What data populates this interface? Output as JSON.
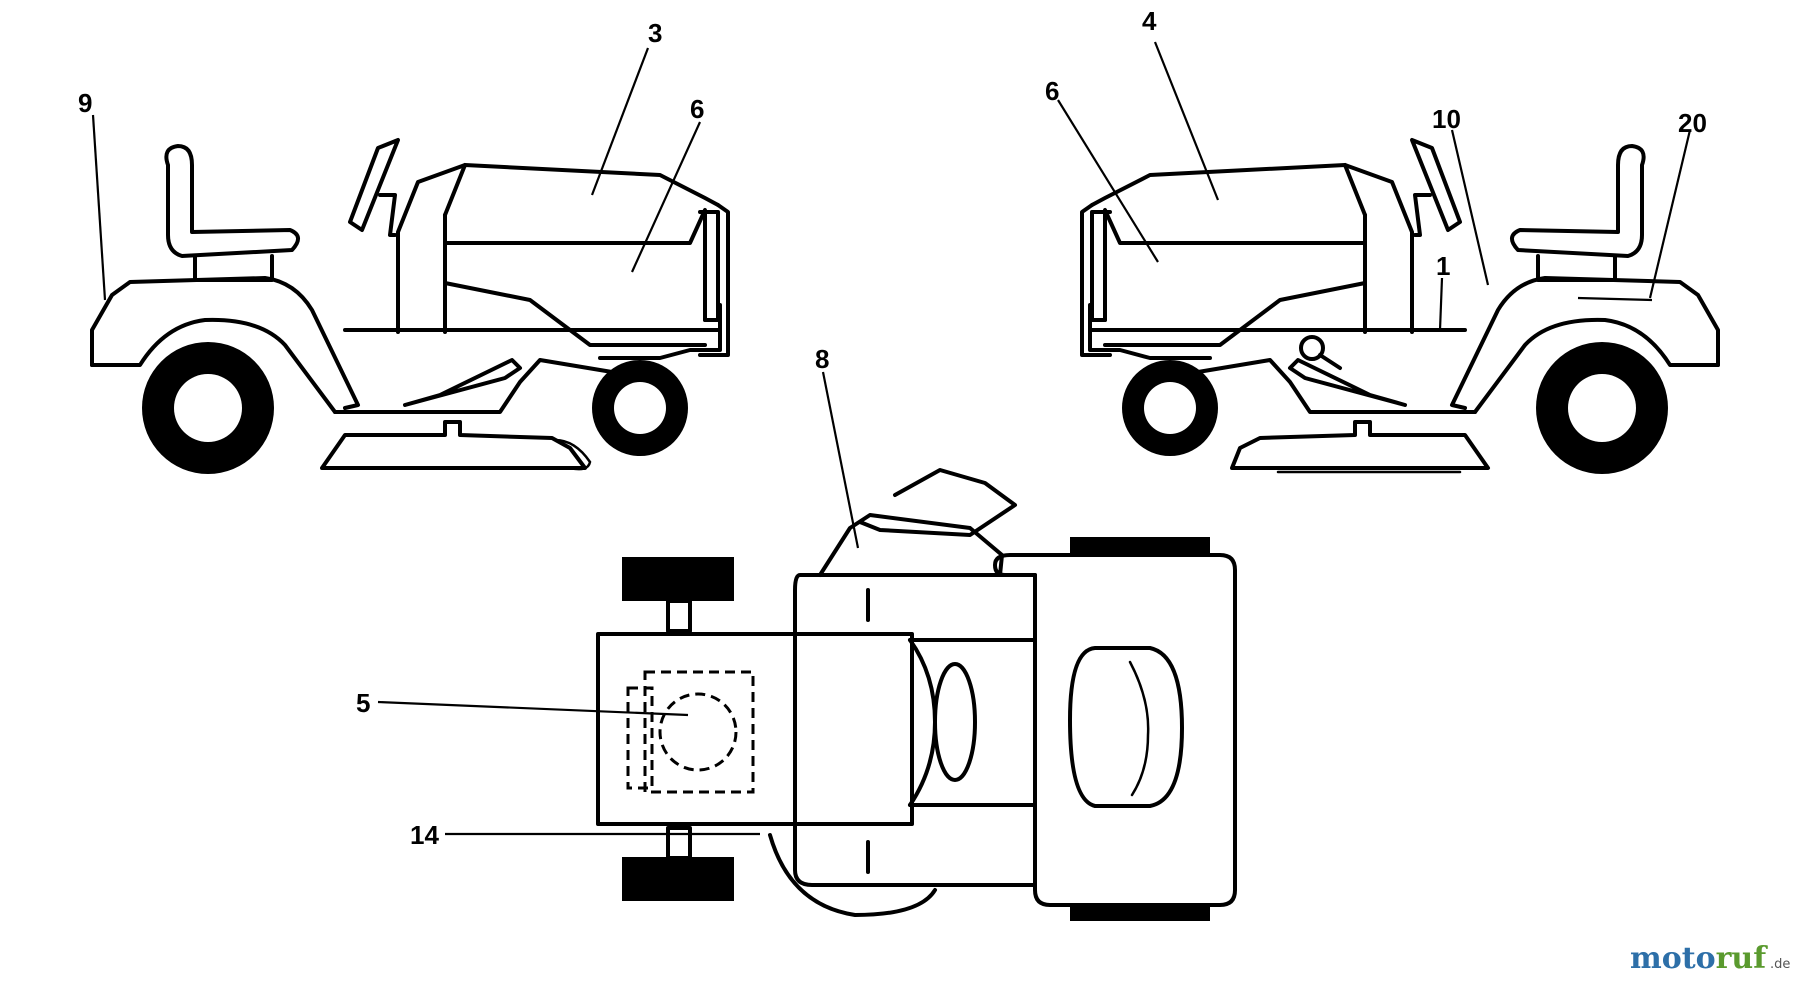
{
  "labels": {
    "left_9": "9",
    "left_3": "3",
    "left_6": "6",
    "right_4": "4",
    "right_6": "6",
    "right_10": "10",
    "right_20": "20",
    "right_1": "1",
    "top_8": "8",
    "top_5": "5",
    "top_14": "14"
  },
  "watermark": {
    "moto": "moto",
    "ruf": "ruf",
    "tld": ".de",
    "colors": {
      "moto": "#2d6fa8",
      "ruf": "#5a9a2e"
    }
  }
}
